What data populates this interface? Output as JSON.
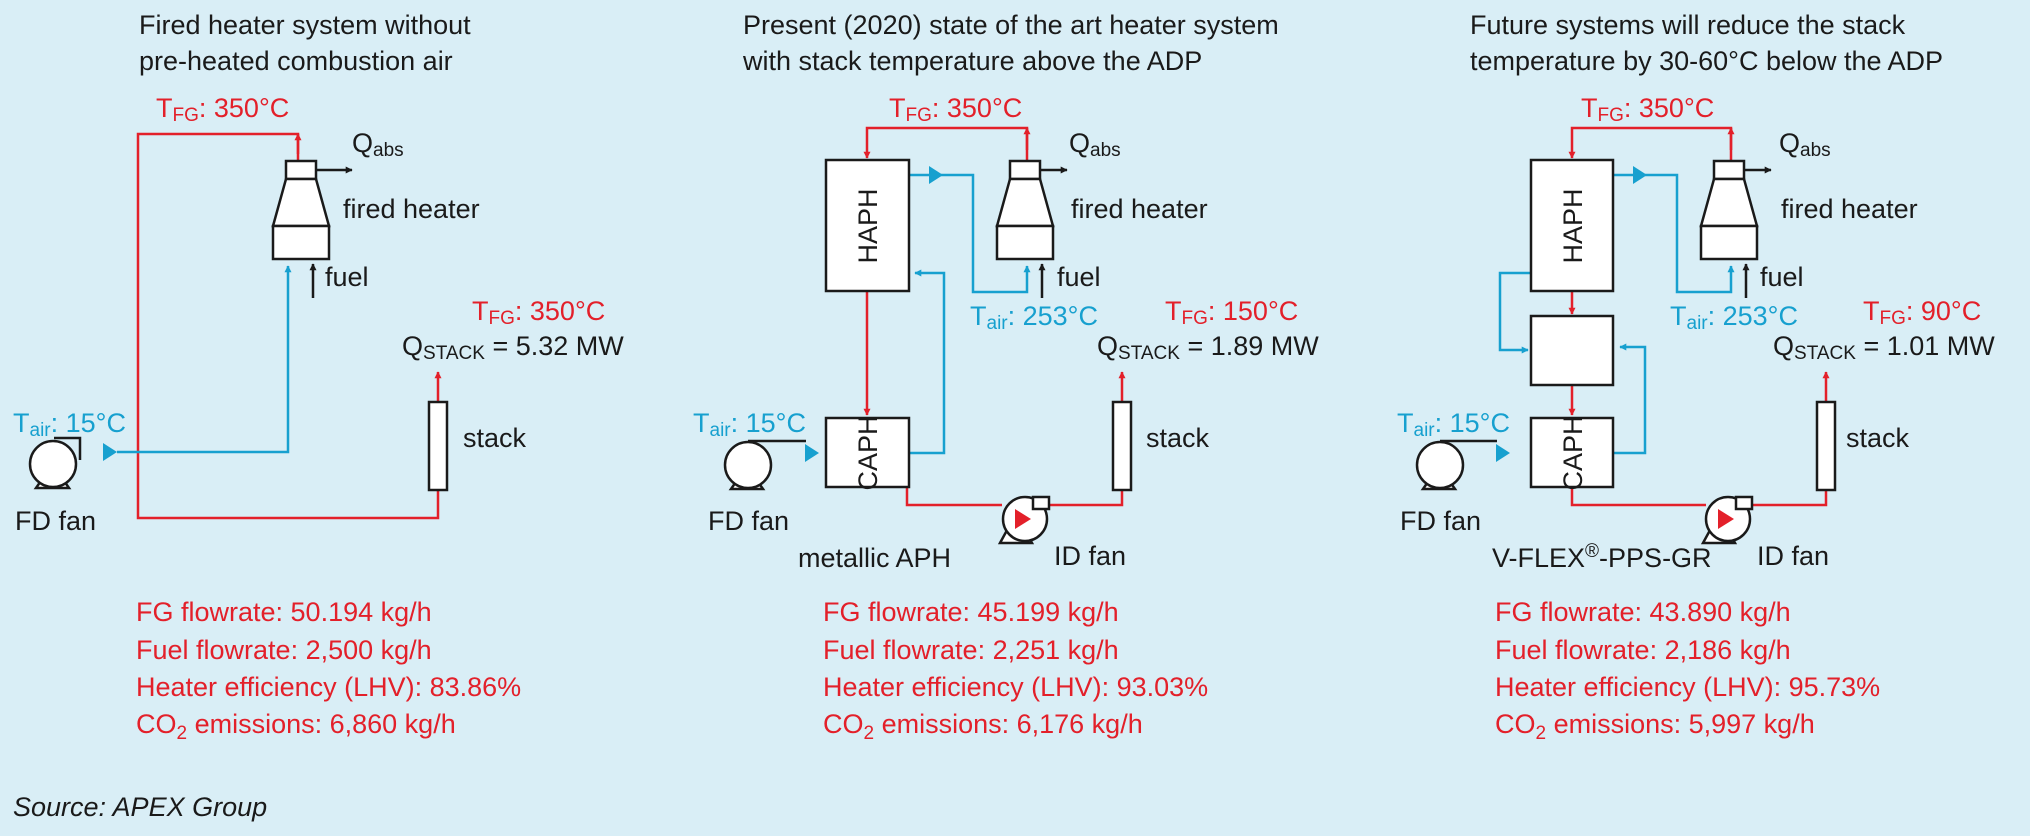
{
  "colors": {
    "background": "#d9eef6",
    "flue_gas": "#e3202a",
    "air": "#17a0cf",
    "equipment": "#1a1a1a"
  },
  "panels": [
    {
      "title_lines": [
        "Fired heater system without",
        "pre-heated combustion air"
      ],
      "tfg_top": {
        "sym": "T",
        "sub": "FG",
        "value": ": 350°C"
      },
      "tfg_stack": {
        "sym": "T",
        "sub": "FG",
        "value": ": 350°C"
      },
      "q_stack": {
        "sym": "Q",
        "sub": "STACK",
        "value": " = 5.32 MW"
      },
      "t_air_in": {
        "sym": "T",
        "sub": "air",
        "value": ": 15°C"
      },
      "qabs": {
        "sym": "Q",
        "sub": "abs"
      },
      "fired_heater_label": "fired heater",
      "fuel_label": "fuel",
      "stack_label": "stack",
      "fd_fan_label": "FD fan",
      "stats": [
        "FG flowrate: 50.194 kg/h",
        "Fuel flowrate: 2,500 kg/h",
        "Heater efficiency (LHV): 83.86%"
      ],
      "co2": {
        "pre": "CO",
        "sub": "2",
        "post": " emissions: 6,860 kg/h"
      }
    },
    {
      "title_lines": [
        "Present (2020) state of the art heater system",
        "with stack temperature above the ADP"
      ],
      "tfg_top": {
        "sym": "T",
        "sub": "FG",
        "value": ": 350°C"
      },
      "tfg_stack": {
        "sym": "T",
        "sub": "FG",
        "value": ": 150°C"
      },
      "q_stack": {
        "sym": "Q",
        "sub": "STACK",
        "value": " = 1.89 MW"
      },
      "t_air_in": {
        "sym": "T",
        "sub": "air",
        "value": ": 15°C"
      },
      "t_air_pre": {
        "sym": "T",
        "sub": "air",
        "value": ": 253°C"
      },
      "qabs": {
        "sym": "Q",
        "sub": "abs"
      },
      "fired_heater_label": "fired heater",
      "fuel_label": "fuel",
      "stack_label": "stack",
      "fd_fan_label": "FD fan",
      "id_fan_label": "ID fan",
      "haph_label": "HAPH",
      "caph_label": "CAPH",
      "aph_label": "metallic APH",
      "stats": [
        "FG flowrate: 45.199 kg/h",
        "Fuel flowrate: 2,251 kg/h",
        "Heater efficiency (LHV): 93.03%"
      ],
      "co2": {
        "pre": "CO",
        "sub": "2",
        "post": " emissions: 6,176 kg/h"
      }
    },
    {
      "title_lines": [
        "Future systems will reduce the stack",
        "temperature by 30-60°C below the ADP"
      ],
      "tfg_top": {
        "sym": "T",
        "sub": "FG",
        "value": ": 350°C"
      },
      "tfg_stack": {
        "sym": "T",
        "sub": "FG",
        "value": ": 90°C"
      },
      "q_stack": {
        "sym": "Q",
        "sub": "STACK",
        "value": " = 1.01 MW"
      },
      "t_air_in": {
        "sym": "T",
        "sub": "air",
        "value": ": 15°C"
      },
      "t_air_pre": {
        "sym": "T",
        "sub": "air",
        "value": ": 253°C"
      },
      "qabs": {
        "sym": "Q",
        "sub": "abs"
      },
      "fired_heater_label": "fired heater",
      "fuel_label": "fuel",
      "stack_label": "stack",
      "fd_fan_label": "FD fan",
      "id_fan_label": "ID fan",
      "haph_label": "HAPH",
      "caph_label": "CAPH",
      "aph_label": {
        "pre": "V-FLEX",
        "sup": "®",
        "post": "-PPS-GR"
      },
      "stats": [
        "FG flowrate: 43.890 kg/h",
        "Fuel flowrate: 2,186 kg/h",
        "Heater efficiency (LHV): 95.73%"
      ],
      "co2": {
        "pre": "CO",
        "sub": "2",
        "post": " emissions: 5,997 kg/h"
      }
    }
  ],
  "source": "Source: APEX Group"
}
